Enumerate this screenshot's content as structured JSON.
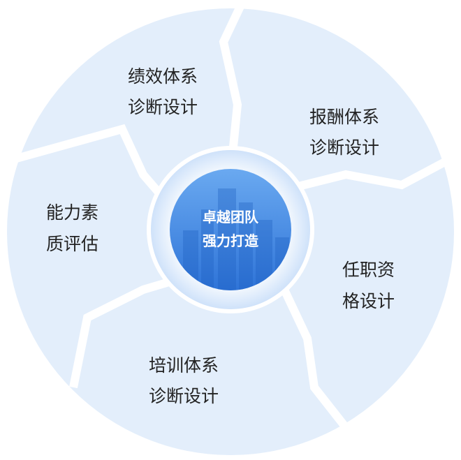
{
  "center": {
    "lines": [
      "卓越团队",
      "强力打造"
    ]
  },
  "segments": [
    {
      "id": "performance",
      "lines": [
        "绩效体系",
        "诊断设计"
      ]
    },
    {
      "id": "compensation",
      "lines": [
        "报酬体系",
        "诊断设计"
      ]
    },
    {
      "id": "qualification",
      "lines": [
        "任职资",
        "格设计"
      ]
    },
    {
      "id": "training",
      "lines": [
        "培训体系",
        "诊断设计"
      ]
    },
    {
      "id": "competency",
      "lines": [
        "能力素",
        "质评估"
      ]
    }
  ],
  "colors": {
    "segment_fill": "#e3eefb",
    "gap": "#ffffff",
    "label_text": "#222222",
    "center_ring_outer": "#d4e6fb",
    "center_ring_inner": "#eef5fd",
    "center_core_top": "#6aa9f0",
    "center_core_bottom": "#2f74d8",
    "center_text": "#ffffff"
  }
}
